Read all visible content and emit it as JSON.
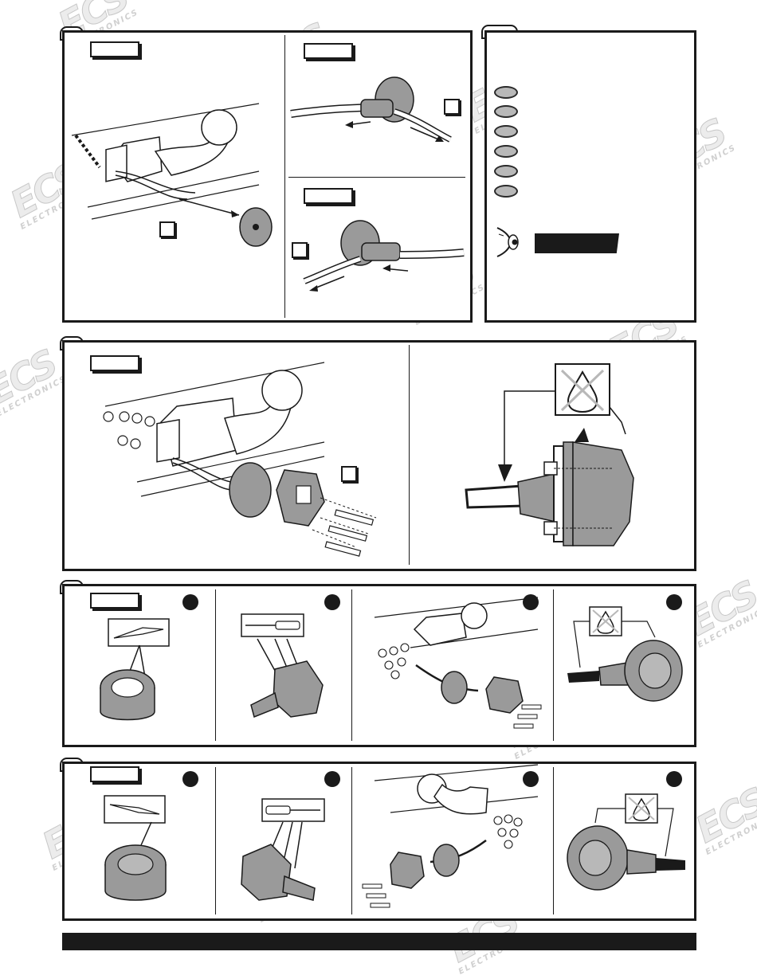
{
  "watermark": {
    "brand": "ECS",
    "sub": "ELECTRONICS"
  },
  "colors": {
    "ink": "#1a1a1a",
    "fill_grey": "#b8b8b8",
    "body_grey": "#9a9a9a",
    "paper": "#ffffff"
  },
  "icons": {
    "eye": "eye-icon",
    "water_drop_crossed": "no-water-icon",
    "knife": "knife-icon",
    "screwdriver": "screwdriver-icon"
  },
  "panels": {
    "step1": {
      "substeps": 2
    },
    "legend": {
      "ovals": 6
    },
    "step2": {},
    "step3": {
      "sub_count": 4
    },
    "step4": {
      "sub_count": 4
    }
  }
}
